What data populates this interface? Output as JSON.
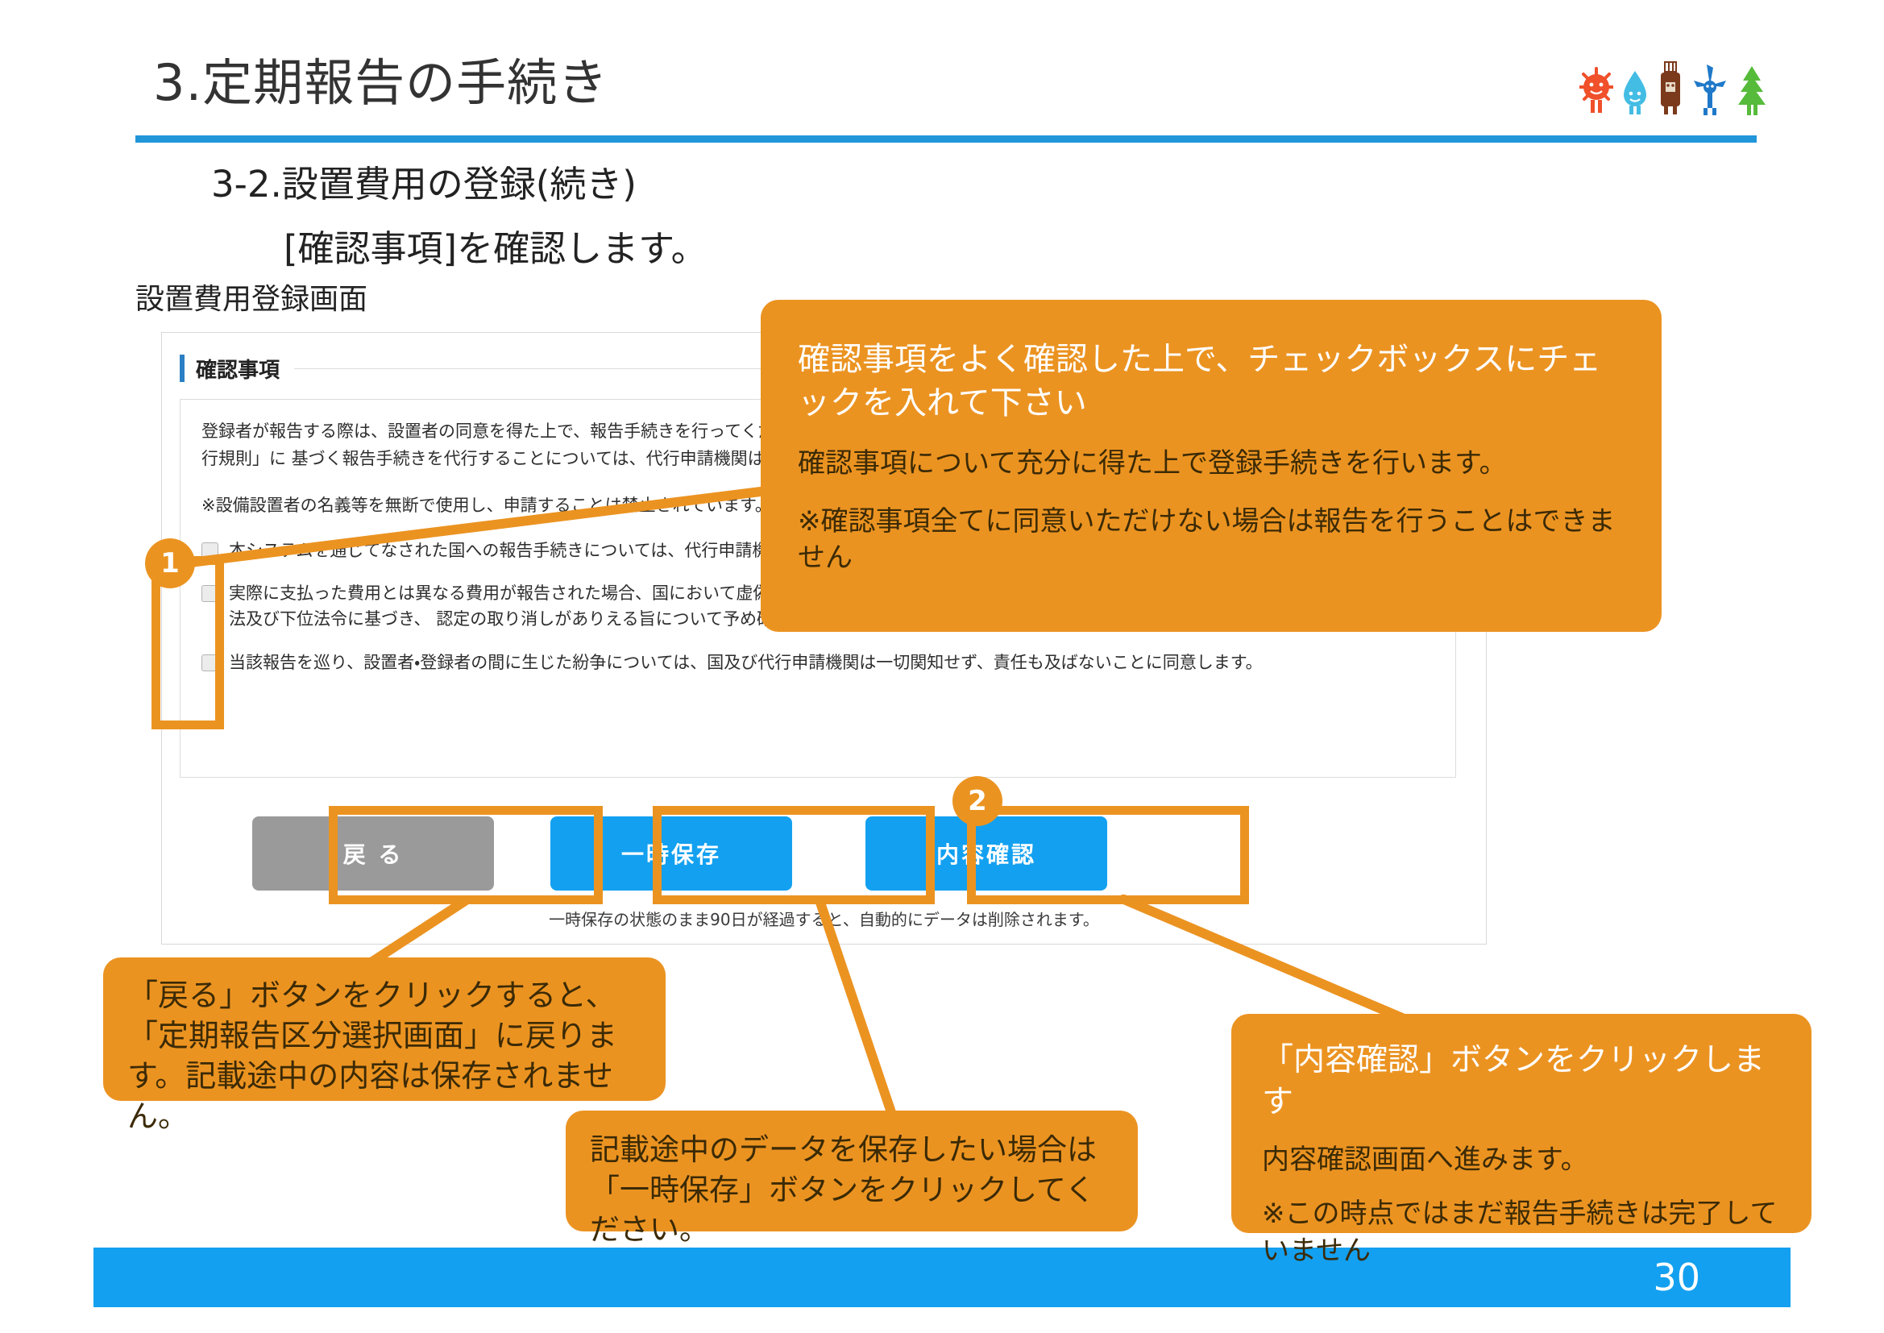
{
  "header": {
    "title": "3.定期報告の手続き",
    "mascots": [
      "sun-mascot",
      "water-drop-mascot",
      "biomass-mascot",
      "wind-turbine-mascot",
      "tree-mascot"
    ],
    "rule_color": "#2196d9"
  },
  "subtitles": {
    "line1": "3-2.設置費用の登録(続き)",
    "line2": "[確認事項]を確認します。",
    "screen_label": "設置費用登録画面"
  },
  "app_screen": {
    "section_title": "確認事項",
    "paragraph": "登録者が報告する際は、設置者の同意を得た上で、報告手続きを行ってください。なお、「電気事業者による再生可能エネルギー電気の調達に関する特別措置法施行規則」に 基づく報告手続きを代行することについては、代行申請機関は一切の責任を負いません。",
    "note": "※設備設置者の名義等を無断で使用し、申請することは禁止されています。",
    "checkboxes": [
      {
        "checked": false,
        "label": "本システムを通じてなされた国への報告手続きについては、代行申請機関が責任を負わないことに同意します。"
      },
      {
        "checked": false,
        "label": "実際に支払った費用とは異なる費用が報告された場合、国において虚偽の報告と判断され、電気事業者による再生可能エネルギー電気の調達に関する特別措置法及び下位法令に基づき、 認定の取り消しがありえる旨について予め確認し、この場合、代行申請機関に一切責任が及ばないことに同意します。"
      },
      {
        "checked": false,
        "label": "当該報告を巡り、設置者・登録者の間に生じた紛争については、国及び代行申請機関は一切関知せず、責任も及ばないことに同意します。"
      }
    ],
    "buttons": {
      "back": "戻 る",
      "temp_save": "一時保存",
      "confirm": "内容確認"
    },
    "footer_note": "一時保存の状態のまま90日が経過すると、自動的にデータは削除されます。"
  },
  "annotations": {
    "badges": [
      {
        "number": "1"
      },
      {
        "number": "2"
      }
    ],
    "callout_main": {
      "heading": "確認事項をよく確認した上で、チェックボックスにチェックを入れて下さい",
      "body1": "確認事項について充分に得た上で登録手続きを行います。",
      "body2": "※確認事項全てに同意いただけない場合は報告を行うことはできません"
    },
    "callout_back": {
      "heading": "「戻る」ボタンをクリックすると、「定期報告区分選択画面」に戻ります。記載途中の内容は保存されません。"
    },
    "callout_save": {
      "heading": "記載途中のデータを保存したい場合は「一時保存」ボタンをクリックしてください。"
    },
    "callout_confirm": {
      "heading": "「内容確認」ボタンをクリックします",
      "body1": "内容確認画面へ進みます。",
      "body2": "※この時点ではまだ報告手続きは完了していません"
    }
  },
  "footer": {
    "page_number": "30",
    "bar_color": "#13a0f0"
  },
  "colors": {
    "accent_orange": "#eb9321",
    "accent_blue": "#13a0f0",
    "rule_blue": "#2196d9",
    "button_grey": "#9a9a9a"
  }
}
